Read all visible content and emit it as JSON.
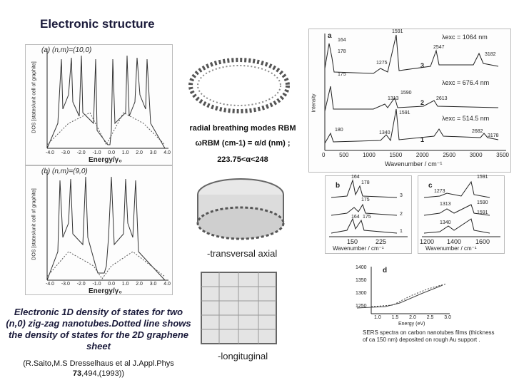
{
  "title": "Electronic structure",
  "dos_a": {
    "label": "(a) (n,m)=(10,0)",
    "ylabel": "DOS [states/unit cell of graphite]",
    "xlabel": "Energy/γ₀",
    "ticks": [
      "-4.0",
      "-3.0",
      "-2.0",
      "-1.0",
      "0.0",
      "1.0",
      "2.0",
      "3.0",
      "4.0"
    ]
  },
  "dos_b": {
    "label": "(b) (n,m)=(9,0)",
    "ylabel": "DOS [states/unit cell of graphite]",
    "xlabel": "Energy/γ₀",
    "ticks": [
      "-4.0",
      "-3.0",
      "-2.0",
      "-1.0",
      "0.0",
      "1.0",
      "2.0",
      "3.0",
      "4.0"
    ]
  },
  "rbm": {
    "line1": "radial breathing modes RBM",
    "line2": "ωRBM (cm-1) = α/d (nm) ;",
    "line3": "223.75<α<248"
  },
  "modes": {
    "transversal": "-transversal axial",
    "longitudinal": "-longituginal"
  },
  "caption": {
    "main": "Electronic 1D density of states for two (n,0) zig-zag nanotubes.Dotted line shows the density of states for the 2D graphene sheet",
    "ref_line1": "(R.Saito,M.S Dresselhaus et al J.Appl.Phys",
    "ref_vol": "73",
    "ref_rest": ",494,(1993))"
  },
  "raman_main": {
    "panel_label": "a",
    "xlabel": "Wavenumber / cm⁻¹",
    "ylabel": "Intensity",
    "x_ticks": [
      "0",
      "500",
      "1000",
      "1500",
      "2000",
      "2500",
      "3000",
      "3500"
    ],
    "lambdas": [
      "λexc = 1064 nm",
      "λexc = 676.4 nm",
      "λexc = 514.5 nm"
    ],
    "curve_numbers": [
      "3",
      "2",
      "1"
    ],
    "peaks_3": [
      "164",
      "178",
      "175",
      "1275",
      "1591",
      "2547",
      "3182"
    ],
    "peaks_2": [
      "1313",
      "1590",
      "2613"
    ],
    "peaks_1": [
      "180",
      "1340",
      "1591",
      "2682",
      "3178"
    ]
  },
  "raman_b": {
    "label": "b",
    "xlabel": "Wavenumber / cm⁻¹",
    "x_ticks": [
      "150",
      "225"
    ],
    "peaks": [
      "164",
      "178",
      "175",
      "164",
      "175"
    ],
    "curve_numbers": [
      "3",
      "2",
      "1"
    ]
  },
  "raman_c": {
    "label": "c",
    "xlabel": "Wavenumber / cm⁻¹",
    "x_ticks": [
      "1200",
      "1400",
      "1600"
    ],
    "peaks": [
      "1273",
      "1591",
      "1313",
      "1590",
      "1591",
      "1340"
    ],
    "curve_numbers": [
      "3",
      "2",
      "1"
    ]
  },
  "raman_d": {
    "label": "d",
    "xlabel": "Energy (eV)",
    "y_ticks": [
      "1400",
      "1350",
      "1300",
      "1250"
    ],
    "x_ticks": [
      "1.0",
      "1.5",
      "2.0",
      "2.5",
      "3.0"
    ]
  },
  "sers_caption": "SERS spectra on carbon nanotubes films (thickness of ca 150 nm) deposited on rough Au support ."
}
